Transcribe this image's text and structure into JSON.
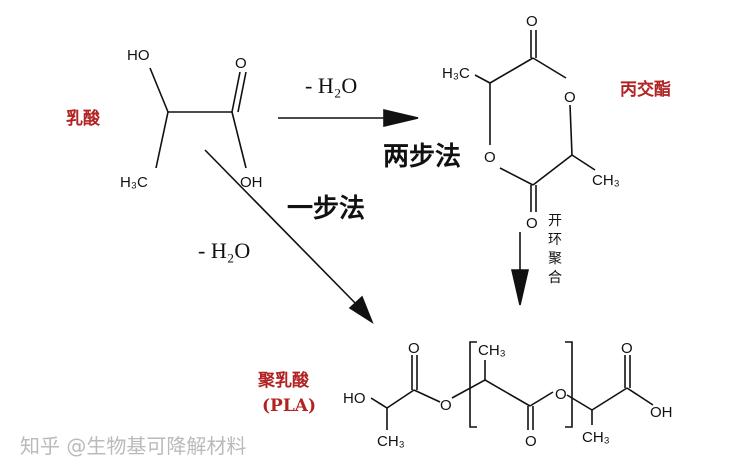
{
  "labels": {
    "lactic_acid": "乳酸",
    "lactide": "丙交酯",
    "two_step": "两步法",
    "one_step": "一步法",
    "ring_opening": "开环聚合",
    "pla": "聚乳酸",
    "pla_abbr": "(PLA)"
  },
  "reagents": {
    "dehydration_1": "- H₂O",
    "dehydration_2": "- H₂O"
  },
  "atoms": {
    "ho": "HO",
    "oh": "OH",
    "o": "O",
    "ch3": "CH₃",
    "h3c": "H₃C"
  },
  "watermark": "知乎 @生物基可降解材料"
}
